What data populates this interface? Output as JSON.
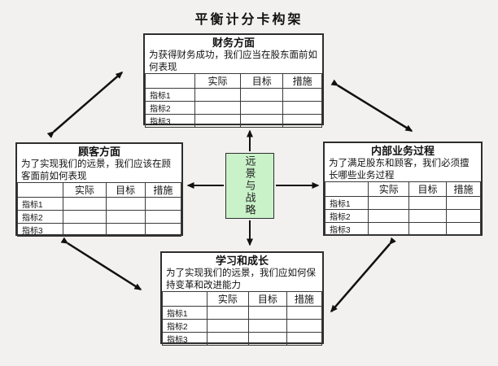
{
  "title": "平衡计分卡构架",
  "vision": {
    "label": "远景与战略"
  },
  "table": {
    "headers": [
      "实际",
      "目标",
      "措施"
    ],
    "rows": [
      "指标1",
      "指标2",
      "指标3"
    ]
  },
  "perspectives": {
    "financial": {
      "title": "财务方面",
      "subtitle": "为获得财务成功，我们应当在股东面前如何表现"
    },
    "customer": {
      "title": "顾客方面",
      "subtitle": "为了实现我们的远景，我们应该在顾客面前如何表现"
    },
    "internal": {
      "title": "内部业务过程",
      "subtitle": "为了满足股东和顾客，我们必须擅长哪些业务过程"
    },
    "learning": {
      "title": "学习和成长",
      "subtitle": "为了实现我们的远景，我们应如何保持变革和改进能力"
    }
  },
  "colors": {
    "vision_background": "#c9f2c9",
    "box_border": "#2e2e2e",
    "page_background": "#f2f1ef",
    "arrow": "#111111"
  }
}
